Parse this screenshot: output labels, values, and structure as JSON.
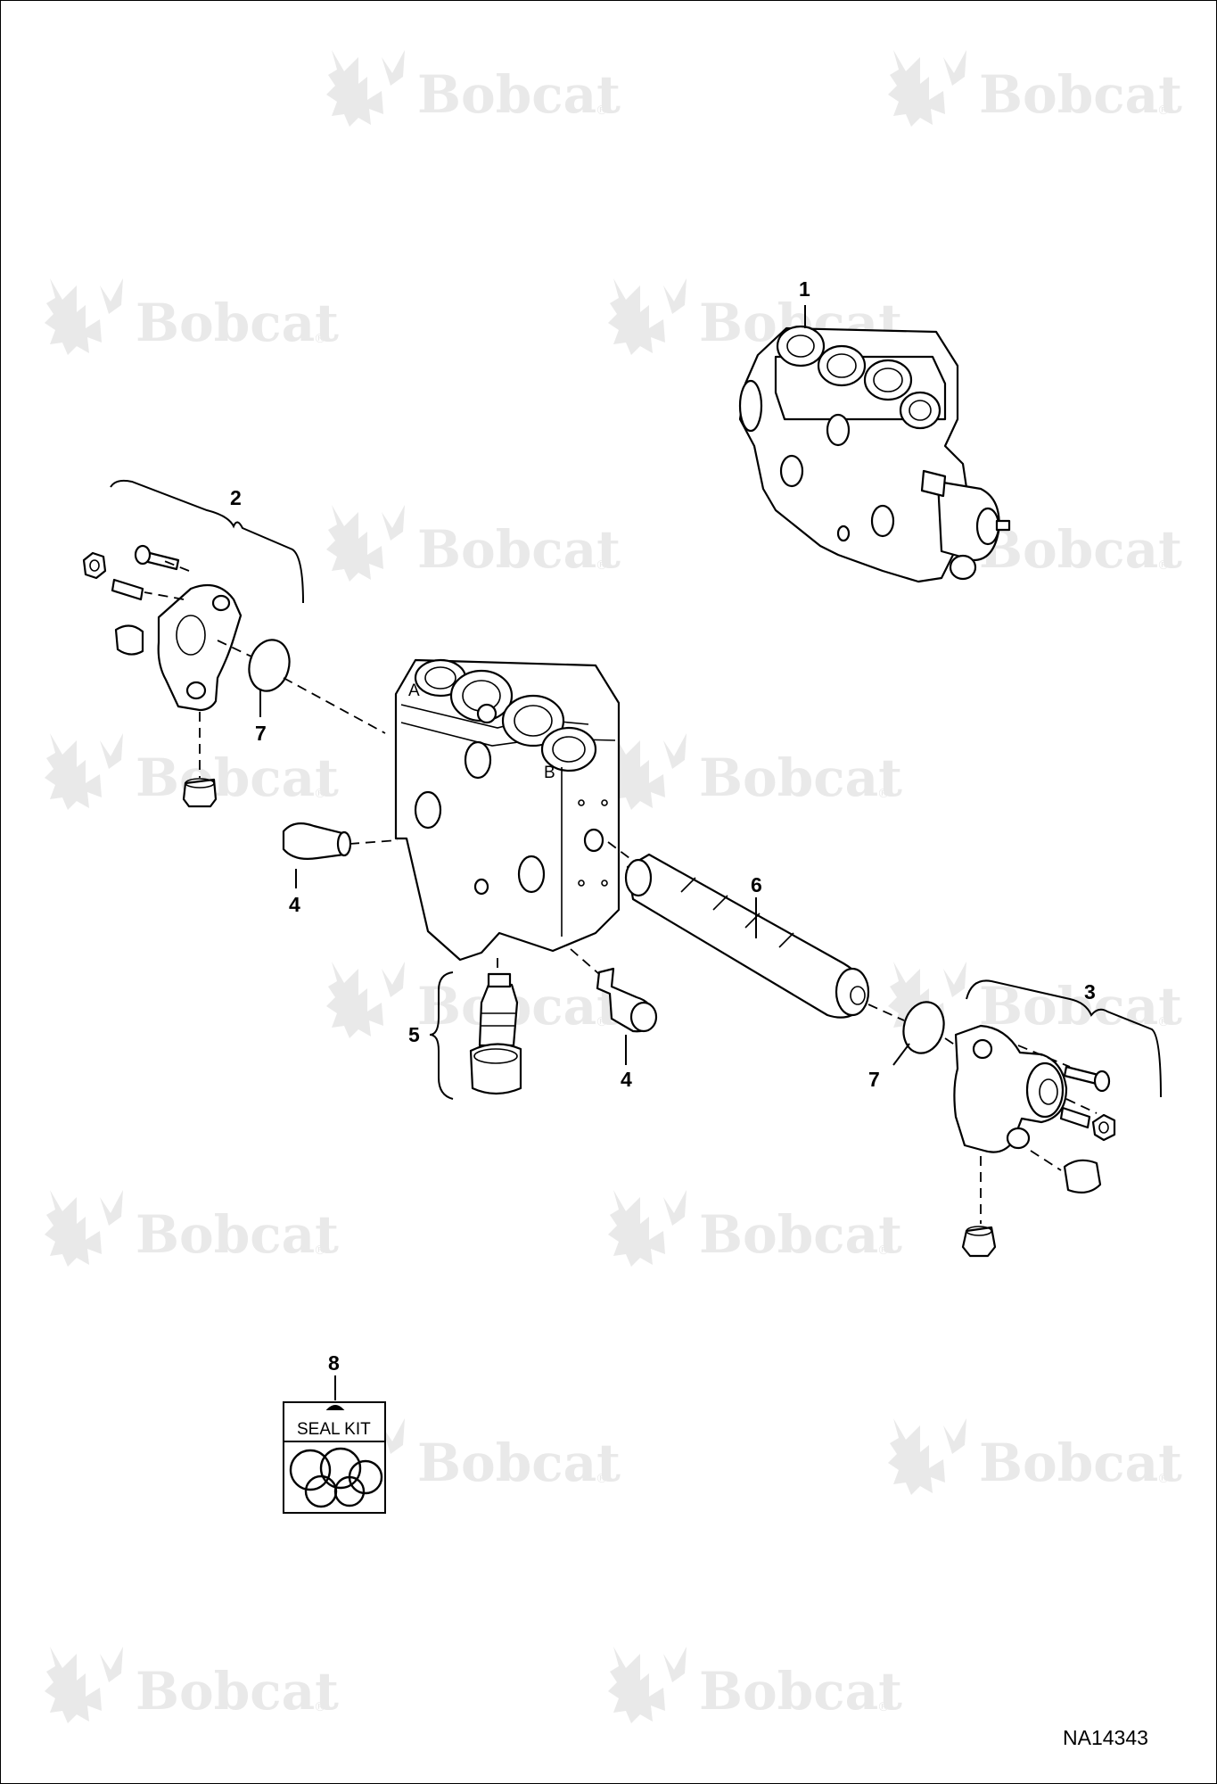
{
  "watermark": {
    "text": "Bobcat",
    "reg_mark": "®"
  },
  "drawing_id": "NA14343",
  "callouts": {
    "c1": "1",
    "c2": "2",
    "c3": "3",
    "c4a": "4",
    "c4b": "4",
    "c5": "5",
    "c6": "6",
    "c7a": "7",
    "c7b": "7",
    "c8": "8"
  },
  "seal_kit": {
    "label": "SEAL KIT"
  },
  "port_labels": {
    "a": "A",
    "b": "B"
  },
  "colors": {
    "line": "#000000",
    "watermark": "#e9e9e9",
    "background": "#ffffff"
  }
}
